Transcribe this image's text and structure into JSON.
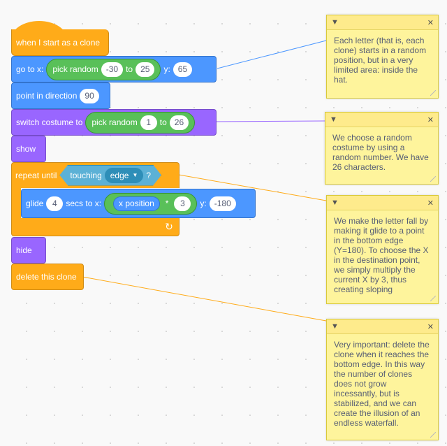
{
  "blocks": {
    "hat": {
      "label": "when I start as a clone"
    },
    "goto": {
      "label": "go to x:",
      "op_label": "pick random",
      "from": "-30",
      "to_label": "to",
      "to": "25",
      "y_label": "y:",
      "y": "65"
    },
    "point": {
      "label": "point in direction",
      "value": "90"
    },
    "costume": {
      "label": "switch costume to",
      "op_label": "pick random",
      "from": "1",
      "to_label": "to",
      "to": "26"
    },
    "show": {
      "label": "show"
    },
    "repeat": {
      "label": "repeat until",
      "sensing_label": "touching",
      "dropdown": "edge",
      "q": "?"
    },
    "glide": {
      "label": "glide",
      "secs": "4",
      "secs_label": "secs to x:",
      "xpos_label": "x position",
      "times": "*",
      "mult": "3",
      "y_label": "y:",
      "y": "-180"
    },
    "hide": {
      "label": "hide"
    },
    "delete": {
      "label": "delete this clone"
    }
  },
  "notes": [
    {
      "text": "Each letter (that is, each clone) starts in a random position, but in a very limited area: inside the hat."
    },
    {
      "text": "We choose a random costume by using a random number. We have 26 characters."
    },
    {
      "text": "We make the letter fall by making it glide to a point in the bottom edge (Y=180). To choose the X in the destination point, we simply multiply the current X by 3, thus creating sloping"
    },
    {
      "text": "Very important: delete the clone when it reaches the bottom edge. In this way the number of clones does not grow incessantly, but is stabilized, and we can create the illusion of an endless waterfall."
    }
  ],
  "colors": {
    "control": "#ffab19",
    "motion": "#4c97ff",
    "looks": "#9966ff",
    "operators": "#59c059",
    "sensing": "#5cb1d6",
    "note": "#fef49c"
  }
}
